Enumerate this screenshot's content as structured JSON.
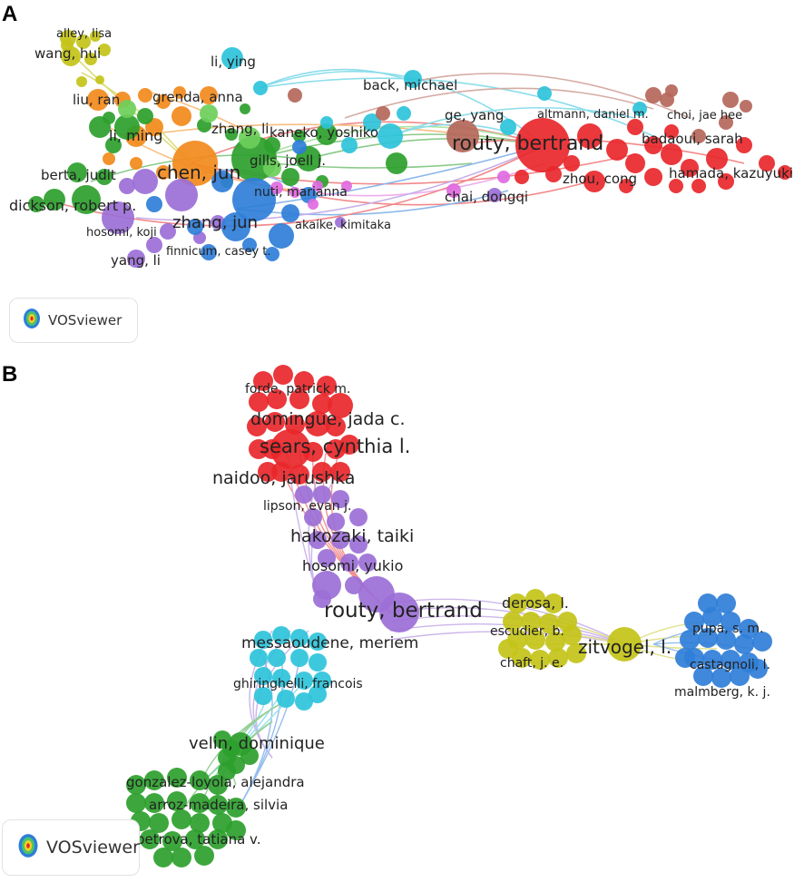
{
  "panels": [
    {
      "letter": "A",
      "badge": "VOSviewer",
      "clusters": {
        "red": "#e8272b",
        "green": "#2ca02c",
        "blue": "#2f7ed8",
        "yellow": "#c3c319",
        "purple": "#9b6fd6",
        "cyan": "#2ec3da",
        "orange": "#f28a1c",
        "brown": "#b5675a",
        "pink": "#e06ae0",
        "lightgreen": "#6ccf5a"
      },
      "labels": [
        "alley, lisa",
        "wang, hui",
        "li, ying",
        "back, michael",
        "liu, ran",
        "grenda, anna",
        "ge, yang",
        "altmann, daniel m.",
        "choi, jae hee",
        "li, ming",
        "zhang, li",
        "kaneko, yoshiko",
        "routy, bertrand",
        "badaoui, sarah",
        "chen, jun",
        "gills, joell j.",
        "berta, judit",
        "zhou, cong",
        "hamada, kazuyuki",
        "dickson, robert p.",
        "nuti, marianna",
        "chai, dongqi",
        "zhang, jun",
        "hosomi, koji",
        "akaike, kimitaka",
        "finnicum, casey t.",
        "yang, li"
      ]
    },
    {
      "letter": "B",
      "badge": "VOSviewer",
      "clusters": {
        "red": "#e8272b",
        "purple": "#9b6fd6",
        "cyan": "#2ec3da",
        "green": "#2ca02c",
        "yellow": "#c3c319",
        "blue": "#2f7ed8"
      },
      "labels": [
        "forde, patrick m.",
        "domingue, jada c.",
        "sears, cynthia l.",
        "naidoo, jarushka",
        "lipson, evan j.",
        "hakozaki, taiki",
        "hosomi, yukio",
        "routy, bertrand",
        "derosa, l.",
        "escudier, b.",
        "zitvogel, l.",
        "chaft, j. e.",
        "pupa, s. m.",
        "castagnoli, l.",
        "malmberg, k. j.",
        "messaoudene, meriem",
        "ghiringhelli, francois",
        "velin, dominique",
        "gonzalez-loyola, alejandra",
        "arroz-madeira, silvia",
        "petrova, tatiana v."
      ]
    }
  ]
}
